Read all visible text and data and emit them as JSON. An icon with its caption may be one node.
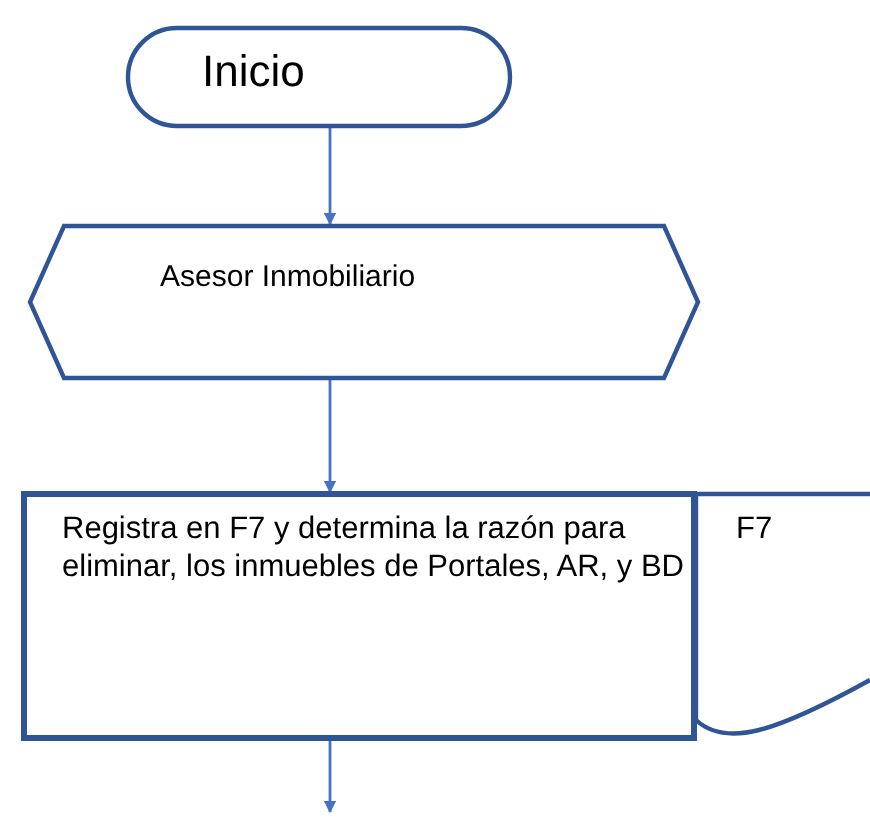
{
  "diagram": {
    "nodes": [
      {
        "text": [
          "Inicio"
        ]
      },
      {
        "text": [
          "Asesor Inmobiliario"
        ]
      },
      {
        "text": [
          "Registra en F7 y determina la razón para eliminar, los inmuebles de Portales, AR, y BD"
        ]
      },
      {
        "text": [
          "F7"
        ]
      }
    ],
    "edges": [
      {
        "from": 0,
        "to": 1,
        "arrow": "to"
      },
      {
        "from": 1,
        "to": 2,
        "arrow": "to"
      },
      {
        "from": 2,
        "to": null,
        "arrow": "to"
      }
    ]
  }
}
